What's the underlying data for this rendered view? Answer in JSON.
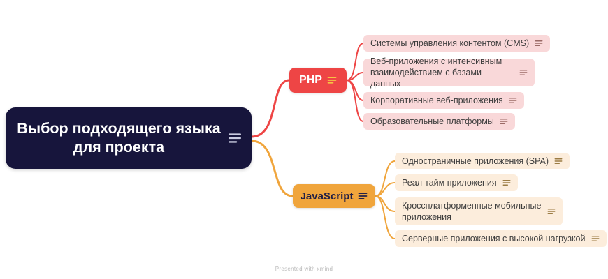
{
  "colors": {
    "root_bg": "#17153C",
    "php": "#EE4545",
    "php_light": "#F9D8D9",
    "js": "#F0A53C",
    "js_light": "#FCEDDC",
    "text_dark": "#3D3D3D",
    "footer": "#BBBBBB"
  },
  "root": {
    "label": "Выбор подходящего языка для проекта"
  },
  "branches": [
    {
      "label": "PHP",
      "children": [
        {
          "label": "Системы управления контентом (CMS)"
        },
        {
          "label": "Веб-приложения с интенсивным взаимодействием с базами данных"
        },
        {
          "label": "Корпоративные веб-приложения"
        },
        {
          "label": "Образовательные платформы"
        }
      ]
    },
    {
      "label": "JavaScript",
      "children": [
        {
          "label": "Одностраничные приложения (SPA)"
        },
        {
          "label": "Реал-тайм приложения"
        },
        {
          "label": "Кроссплатформенные мобильные приложения"
        },
        {
          "label": "Серверные приложения с высокой нагрузкой"
        }
      ]
    }
  ],
  "footer": {
    "text": "Presented with xmind"
  }
}
